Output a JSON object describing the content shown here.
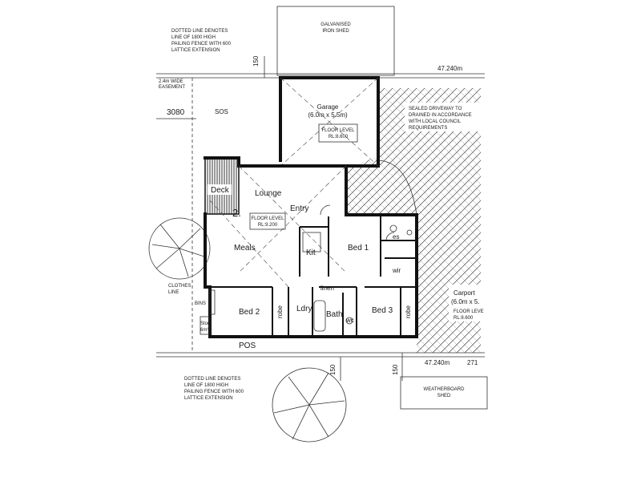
{
  "labels": {
    "fence_note_top": [
      "DOTTED LINE DENOTES",
      "LINE OF 1800 HIGH",
      "PAILING FENCE WITH 600",
      "LATTICE EXTENSION"
    ],
    "fence_note_bottom": [
      "DOTTED LINE DENOTES",
      "LINE OF 1800 HIGH",
      "PAILING FENCE WITH 600",
      "LATTICE EXTENSION"
    ],
    "galvanised_shed": [
      "GALVANISED",
      "IRON SHED"
    ],
    "easement": [
      "2.4m WIDE",
      "EASEMENT"
    ],
    "dim_3080": "3080",
    "sos": "SOS",
    "dim_150_top": "150",
    "dim_150_bottom_left": "150",
    "dim_150_bottom_right": "150",
    "boundary_top": "47.240m",
    "boundary_bottom": "47.240m",
    "boundary_bottom_extra": "271",
    "garage": [
      "Garage",
      "(6.0m x 5.5m)"
    ],
    "garage_floor": [
      "FLOOR LEVEL",
      "RL:8.600"
    ],
    "driveway": [
      "SEALED DRIVEWAY TO",
      "DRAINED IN ACCORDANCE",
      "WITH LOCAL COUNCIL",
      "REQUIREMENTS"
    ],
    "deck": "Deck",
    "lounge": "Lounge",
    "entry": "Entry",
    "unit_number": "2.",
    "house_floor": [
      "FLOOR LEVEL",
      "RL:9.200"
    ],
    "meals": "Meals",
    "kit": "Kit",
    "bed1": "Bed 1",
    "es": "es",
    "wir": "wir",
    "clothes_line": [
      "CLOTHES",
      "LINE"
    ],
    "bins": "BINS",
    "store": [
      "Store",
      "6m³"
    ],
    "bed2": "Bed 2",
    "robe_left": "robe",
    "ldry": "Ldry",
    "linen": "linen",
    "bath": "Bath",
    "wc": "wc",
    "bed3": "Bed 3",
    "robe_right": "robe",
    "carport": [
      "Carport",
      "(6.0m x 5."
    ],
    "carport_floor": [
      "FLOOR LEVE",
      "RL:8.600"
    ],
    "pos": "POS",
    "weatherboard_shed": [
      "WEATHERBOARD",
      "SHED"
    ]
  }
}
